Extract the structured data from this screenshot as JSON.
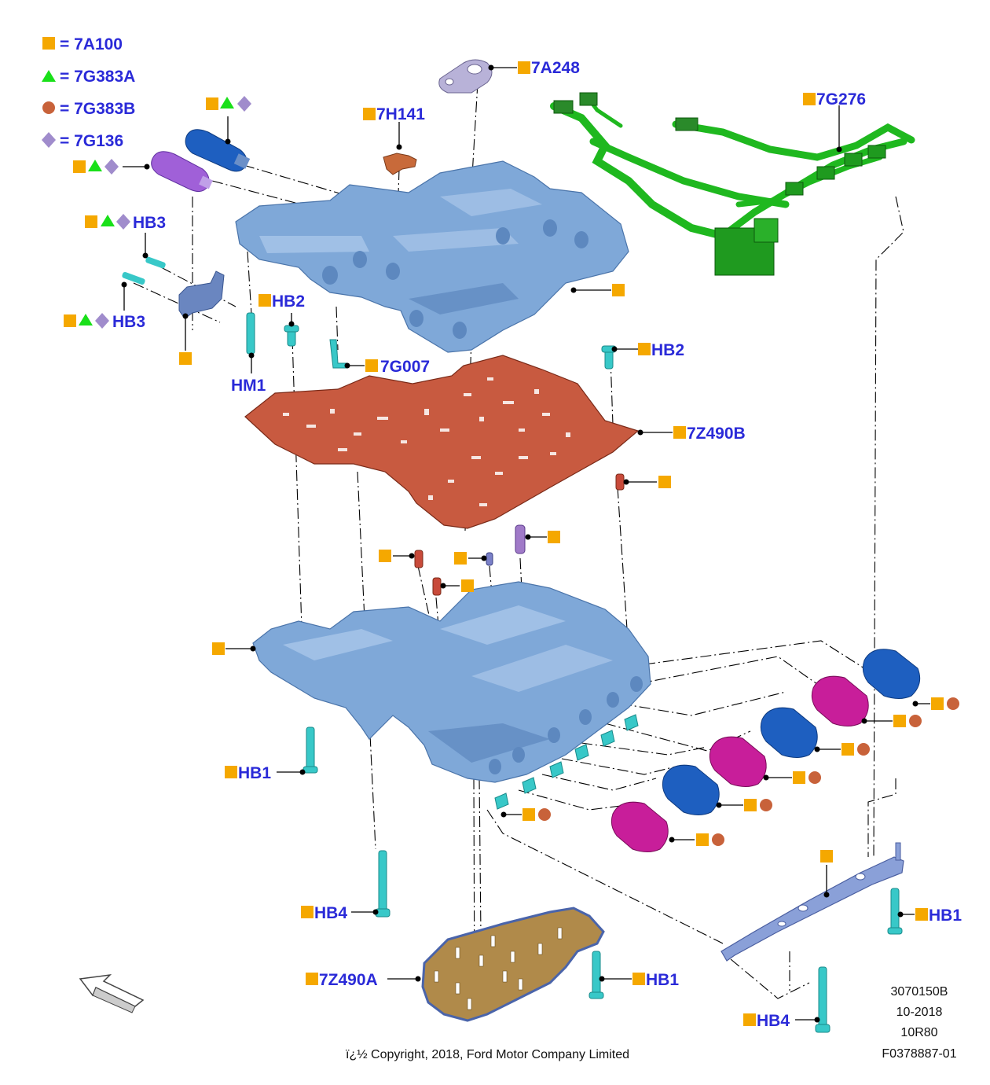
{
  "legend": [
    {
      "symbol": "square",
      "text": "= 7A100"
    },
    {
      "symbol": "triangle",
      "text": "= 7G383A"
    },
    {
      "symbol": "circle",
      "text": "= 7G383B"
    },
    {
      "symbol": "diamond",
      "text": "= 7G136"
    }
  ],
  "labels": {
    "a248": "7A248",
    "g276": "7G276",
    "h141": "7H141",
    "hb3_top": "HB3",
    "hb3_bottom": "HB3",
    "hb2_left": "HB2",
    "hm1": "HM1",
    "g007": "7G007",
    "hb2_right": "HB2",
    "z490b": "7Z490B",
    "hb1_left": "HB1",
    "hb4_left": "HB4",
    "z490a": "7Z490A",
    "hb1_mid": "HB1",
    "hb1_right": "HB1",
    "hb4_right": "HB4"
  },
  "info_block": {
    "line1": "3070150B",
    "line2": "10-2018",
    "line3": "10R80",
    "line4": "F0378887-01"
  },
  "copyright": "ï¿½ Copyright, 2018, Ford Motor Company Limited",
  "colors": {
    "label_blue": "#2a2ad8",
    "square_orange": "#f5a800",
    "triangle_green": "#19e019",
    "circle_brown": "#c8623a",
    "diamond_purple": "#a08ccc",
    "valve_body_blue": "#7fa8d8",
    "separator_plate_red": "#c85a40",
    "harness_green": "#1fb81f",
    "solenoid_blue": "#1e5fc0",
    "solenoid_magenta": "#c81e9a",
    "bolt_cyan": "#38c8c8",
    "lower_plate_tan": "#b08a4a"
  },
  "icons": [
    "direction-arrow-icon"
  ]
}
